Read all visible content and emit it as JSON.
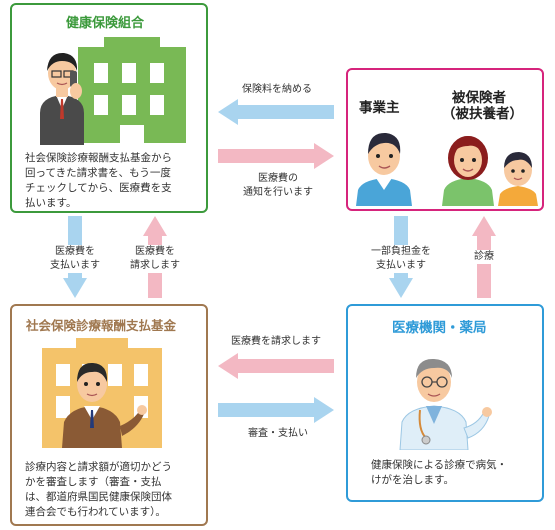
{
  "insurer": {
    "title": "健康保険組合",
    "desc": [
      "社会保険診療報酬支払基金から",
      "回ってきた請求書を、もう一度",
      "チェックしてから、医療費を支",
      "払います。"
    ]
  },
  "employer": {
    "title": "事業主",
    "insured_title_1": "被保険者",
    "insured_title_2": "（被扶養者）"
  },
  "fund": {
    "title": "社会保険診療報酬支払基金",
    "desc": [
      "診療内容と請求額が適切かどう",
      "かを審査します（審査・支払",
      "は、都道府県国民健康保険団体",
      "連合会でも行われています）。"
    ]
  },
  "clinic": {
    "title": "医療機関・薬局",
    "desc": [
      "健康保険による診療で病気・",
      "けがを治します。"
    ]
  },
  "flows": {
    "pay_premium": "保険料を納める",
    "notify_cost_1": "医療費の",
    "notify_cost_2": "通知を行います",
    "pay_cost_1": "医療費を",
    "pay_cost_2": "支払います",
    "claim_cost_1": "医療費を",
    "claim_cost_2": "請求します",
    "copay_1": "一部負担金を",
    "copay_2": "支払います",
    "treatment": "診療",
    "claim_fund": "医療費を請求します",
    "review_pay": "審査・支払い"
  },
  "colors": {
    "green": "#3c9a3c",
    "pink": "#d6247c",
    "brown": "#a07850",
    "blue": "#2f9bd8",
    "arrow_blue": "#a9d4ef",
    "arrow_pink": "#f3b8c3"
  }
}
